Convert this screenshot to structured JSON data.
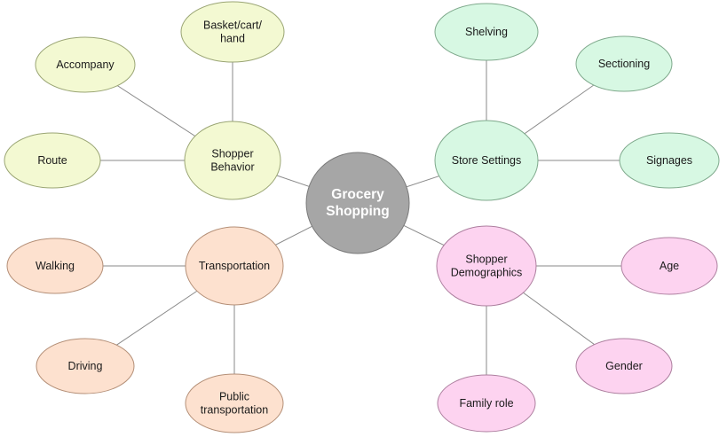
{
  "center": {
    "label": [
      "Grocery",
      "Shopping"
    ],
    "fill": "#a6a6a6",
    "stroke": "#7a7a7a"
  },
  "groups": {
    "shopper_behavior": {
      "fill": "#f3f9d2",
      "stroke": "#9aa574"
    },
    "store_settings": {
      "fill": "#d7f8e3",
      "stroke": "#7fa98c"
    },
    "transportation": {
      "fill": "#fde1cf",
      "stroke": "#b48f77"
    },
    "shopper_demographics": {
      "fill": "#fdd3f0",
      "stroke": "#ad7f9f"
    }
  },
  "nodes": {
    "shopper_behavior": [
      "Shopper",
      "Behavior"
    ],
    "basket": [
      "Basket/cart/",
      "hand"
    ],
    "accompany": [
      "Accompany"
    ],
    "route": [
      "Route"
    ],
    "store_settings": [
      "Store Settings"
    ],
    "shelving": [
      "Shelving"
    ],
    "sectioning": [
      "Sectioning"
    ],
    "signages": [
      "Signages"
    ],
    "transportation": [
      "Transportation"
    ],
    "walking": [
      "Walking"
    ],
    "driving": [
      "Driving"
    ],
    "public_transportation": [
      "Public",
      "transportation"
    ],
    "shopper_demographics": [
      "Shopper",
      "Demographics"
    ],
    "age": [
      "Age"
    ],
    "gender": [
      "Gender"
    ],
    "family_role": [
      "Family role"
    ]
  }
}
